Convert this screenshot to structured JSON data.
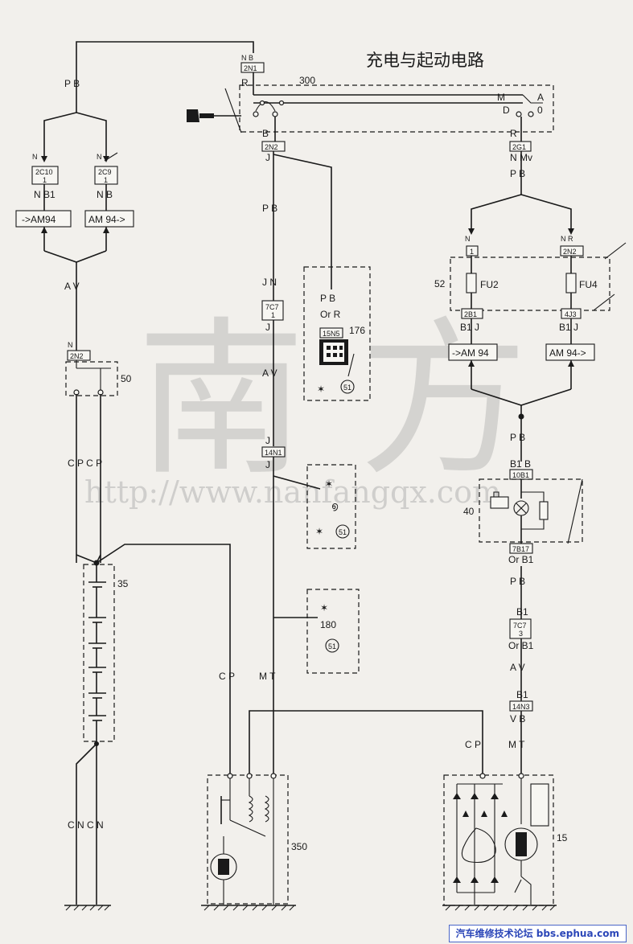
{
  "title": "充电与起动电路",
  "watermark": {
    "chars": "南 方",
    "url": "http://www.nanfangqx.com"
  },
  "footer": "汽车维修技术论坛 bbs.ephua.com",
  "colors": {
    "ink": "#1a1a1a",
    "paper": "#f2f0ec",
    "footer_blue": "#2b46b8"
  },
  "wires": {
    "pb_top_left": "P B",
    "av_left": "A V",
    "cpcp": "C P C P",
    "cncn": "C N C N",
    "pb_center": "P B",
    "jn": "J N",
    "av_center": "A V",
    "cp_center": "C P",
    "mt_center": "M T",
    "pb_176": "P B",
    "pb_right1": "P B",
    "pb_right2": "P B",
    "pb_right3": "P B",
    "av_right": "A V",
    "cp_right": "C P",
    "mt_right": "M T",
    "n_mv": "N Mv",
    "n_b1": "N B1",
    "n_b": "N B",
    "b1_j_left": "B1 J",
    "b1_j_right": "B1 J",
    "b1_b": "B1 B",
    "or_b1_a": "Or B1",
    "or_b1_b": "Or B1",
    "b1_a": "B1",
    "b1_b2": "B1",
    "v_b": "V B",
    "or_r": "Or R",
    "n_top": "N",
    "n_r": "N R",
    "n_left": "N",
    "j_a": "J",
    "j_b": "J",
    "j_c": "J",
    "j_d": "J",
    "b_sw": "B",
    "r_sw1": "R",
    "r_sw2": "R",
    "nb_top": "N B"
  },
  "connectors": {
    "c2n1": "2N1",
    "c2n2a": "2N2",
    "c2g1": "2G1",
    "c2c10": "2C10",
    "c2c10_pin": "1",
    "c2c9": "2C9",
    "c2c9_pin": "1",
    "c2n2_left": "2N2",
    "c7c7a": "7C7",
    "c7c7a_pin": "1",
    "c15n5": "15N5",
    "c14n1": "14N1",
    "c1": "1",
    "c2n2_right": "2N2",
    "c2b1": "2B1",
    "c4j3": "4J3",
    "c10b1": "10B1",
    "c7b17": "7B17",
    "c7c7b": "7C7",
    "c7c7b_pin": "3",
    "c14n3": "14N3"
  },
  "modules": {
    "am94_left": "->AM94",
    "am94_right_l": "AM 94->",
    "am94_left_r": "->AM 94",
    "am94_right_r": "AM 94->"
  },
  "components": {
    "c300": "300",
    "c176": "176",
    "c51a": "51",
    "c51b": "51",
    "c51c": "51",
    "c50": "50",
    "c35": "35",
    "c52": "52",
    "fu2": "FU2",
    "fu4": "FU4",
    "c40": "40",
    "c180": "180",
    "c350": "350",
    "c15": "15"
  },
  "switch": {
    "m": "M",
    "a": "A",
    "d": "D",
    "zero": "0"
  }
}
